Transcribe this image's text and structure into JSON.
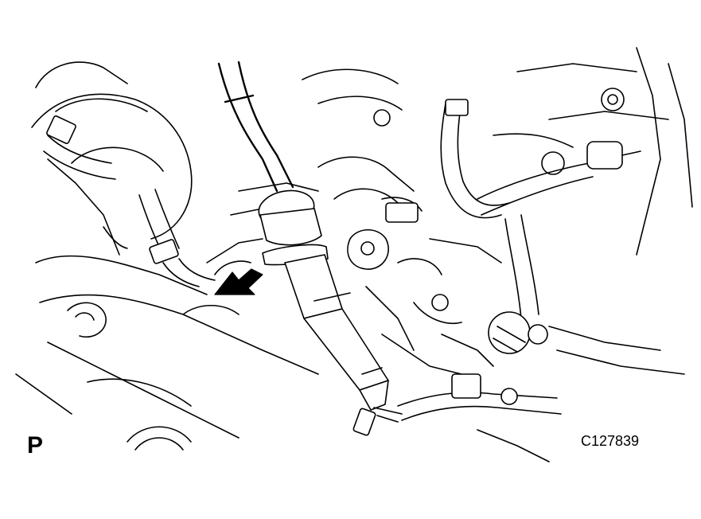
{
  "diagram": {
    "view_label": "P",
    "figure_code": "C127839"
  },
  "icons": {
    "pointer_arrow": "pointer-arrow-icon",
    "illustration": "engine-line-drawing"
  }
}
